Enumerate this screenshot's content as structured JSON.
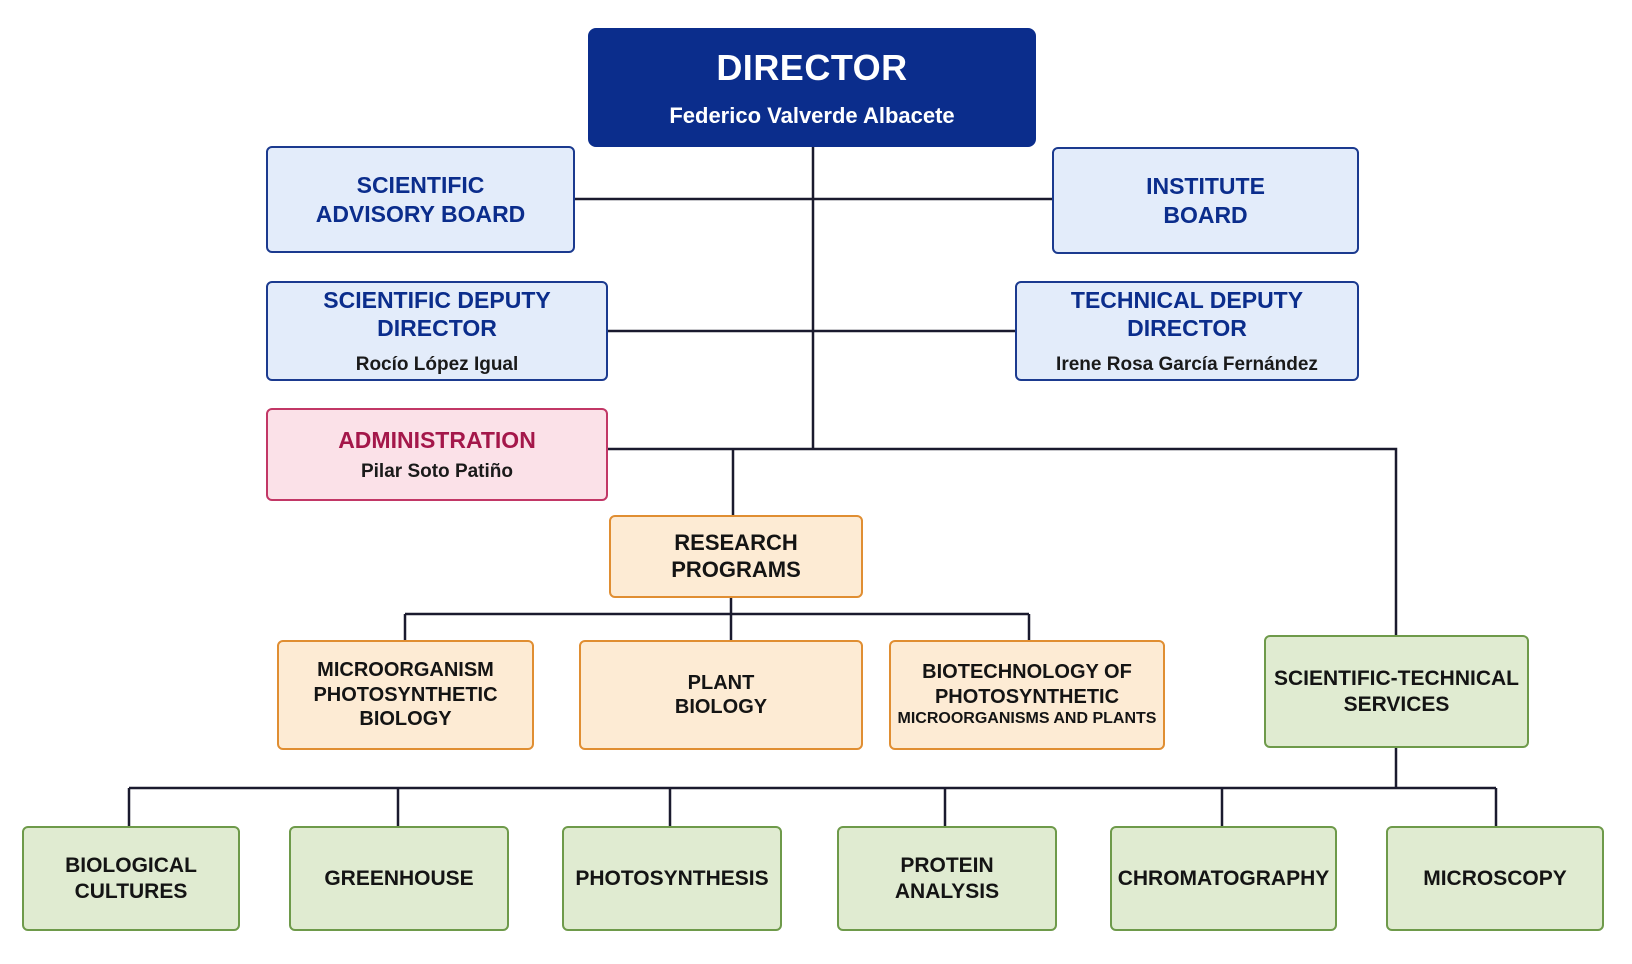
{
  "director": {
    "title": "DIRECTOR",
    "name": "Federico Valverde Albacete"
  },
  "scientific_advisory_board": {
    "title": "SCIENTIFIC\nADVISORY BOARD"
  },
  "institute_board": {
    "title": "INSTITUTE\nBOARD"
  },
  "scientific_deputy_director": {
    "title": "SCIENTIFIC DEPUTY DIRECTOR",
    "name": "Rocío López Igual"
  },
  "technical_deputy_director": {
    "title": "TECHNICAL DEPUTY DIRECTOR",
    "name": "Irene Rosa García Fernández"
  },
  "administration": {
    "title": "ADMINISTRATION",
    "name": "Pilar Soto Patiño"
  },
  "research_programs": {
    "title": "RESEARCH\nPROGRAMS",
    "programs": [
      {
        "title": "MICROORGANISM\nPHOTOSYNTHETIC\nBIOLOGY"
      },
      {
        "title": "PLANT\nBIOLOGY"
      },
      {
        "title": "BIOTECHNOLOGY OF\nPHOTOSYNTHETIC",
        "title_small": "MICROORGANISMS AND PLANTS"
      }
    ]
  },
  "scientific_technical_services": {
    "title": "SCIENTIFIC-TECHNICAL\nSERVICES",
    "services": [
      {
        "title": "BIOLOGICAL\nCULTURES"
      },
      {
        "title": "GREENHOUSE"
      },
      {
        "title": "PHOTOSYNTHESIS"
      },
      {
        "title": "PROTEIN\nANALYSIS"
      },
      {
        "title": "CHROMATOGRAPHY"
      },
      {
        "title": "MICROSCOPY"
      }
    ]
  },
  "colors": {
    "director": "#0b2d8c",
    "board": "#e3ecfa",
    "administration": "#fbe1e8",
    "research": "#fdebd4",
    "services": "#e0ebd1",
    "connector": "#1a1a2e"
  }
}
